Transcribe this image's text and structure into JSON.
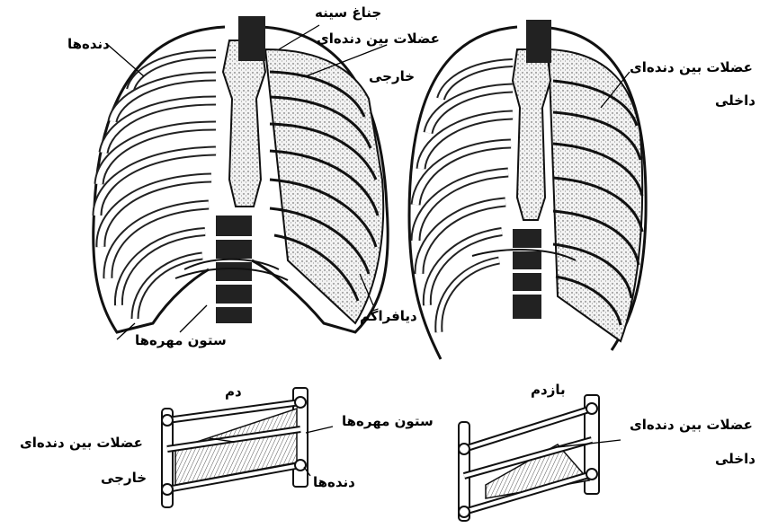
{
  "labels": {
    "sternum": "جناغ سینه",
    "external_intercostal_top_line1": "عضلات بین دنده‌ای",
    "external_intercostal_top_line2": "خارجی",
    "ribs_top": "دنده‌ها",
    "internal_intercostal_top_line1": "عضلات بین دنده‌ای",
    "internal_intercostal_top_line2": "داخلی",
    "diaphragm": "دیافراگم",
    "spine_top": "ستون مهره‌ها",
    "inhale": "دم",
    "exhale": "بازدم",
    "external_intercostal_bottom_line1": "عضلات بین دنده‌ای",
    "external_intercostal_bottom_line2": "خارجی",
    "spine_bottom": "ستون مهره‌ها",
    "ribs_bottom": "دنده‌ها",
    "internal_intercostal_bottom_line1": "عضلات بین دنده‌ای",
    "internal_intercostal_bottom_line2": "داخلی"
  }
}
